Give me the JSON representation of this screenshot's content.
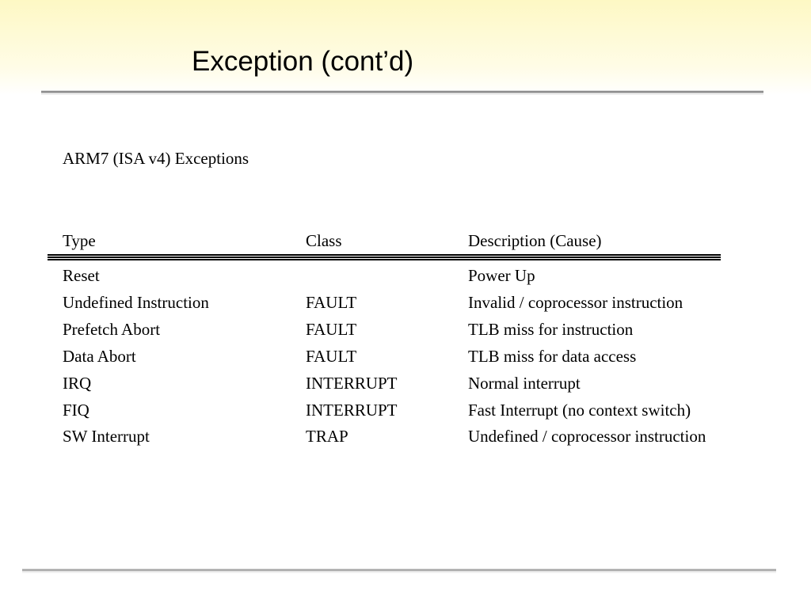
{
  "slide": {
    "title": "Exception (cont’d)",
    "subtitle": "ARM7 (ISA v4) Exceptions"
  },
  "table": {
    "headers": [
      "Type",
      "Class",
      "Description (Cause)"
    ],
    "rows": [
      [
        "Reset",
        "",
        "Power Up"
      ],
      [
        "Undefined Instruction",
        "FAULT",
        "Invalid / coprocessor instruction"
      ],
      [
        "Prefetch Abort",
        "FAULT",
        "TLB miss for instruction"
      ],
      [
        "Data Abort",
        "FAULT",
        "TLB miss for data access"
      ],
      [
        "IRQ",
        "INTERRUPT",
        "Normal interrupt"
      ],
      [
        "FIQ",
        "INTERRUPT",
        "Fast Interrupt (no context switch)"
      ],
      [
        "SW Interrupt",
        "TRAP",
        "Undefined / coprocessor instruction"
      ]
    ]
  }
}
